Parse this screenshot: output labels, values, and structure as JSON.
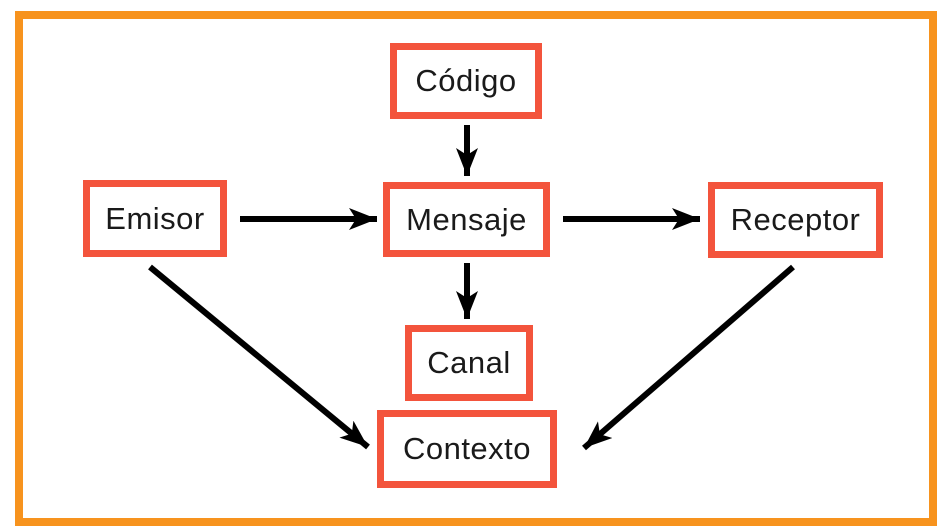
{
  "diagram": {
    "type": "flow-diagram",
    "description": "Communication model diagram (elements of communication) in Spanish",
    "nodes": [
      {
        "id": "codigo",
        "label": "Código"
      },
      {
        "id": "emisor",
        "label": "Emisor"
      },
      {
        "id": "mensaje",
        "label": "Mensaje"
      },
      {
        "id": "receptor",
        "label": "Receptor"
      },
      {
        "id": "canal",
        "label": "Canal"
      },
      {
        "id": "contexto",
        "label": "Contexto"
      }
    ],
    "edges": [
      {
        "from": "Código",
        "to": "Mensaje"
      },
      {
        "from": "Emisor",
        "to": "Mensaje"
      },
      {
        "from": "Mensaje",
        "to": "Receptor"
      },
      {
        "from": "Mensaje",
        "to": "Canal"
      },
      {
        "from": "Emisor",
        "to": "Contexto"
      },
      {
        "from": "Receptor",
        "to": "Contexto"
      }
    ],
    "colors": {
      "frame": "#F7931E",
      "node_border": "#F3543C",
      "node_fill": "#FFFFFF",
      "arrow": "#000000",
      "text": "#1A1A1A",
      "background": "#FFFFFF"
    }
  }
}
